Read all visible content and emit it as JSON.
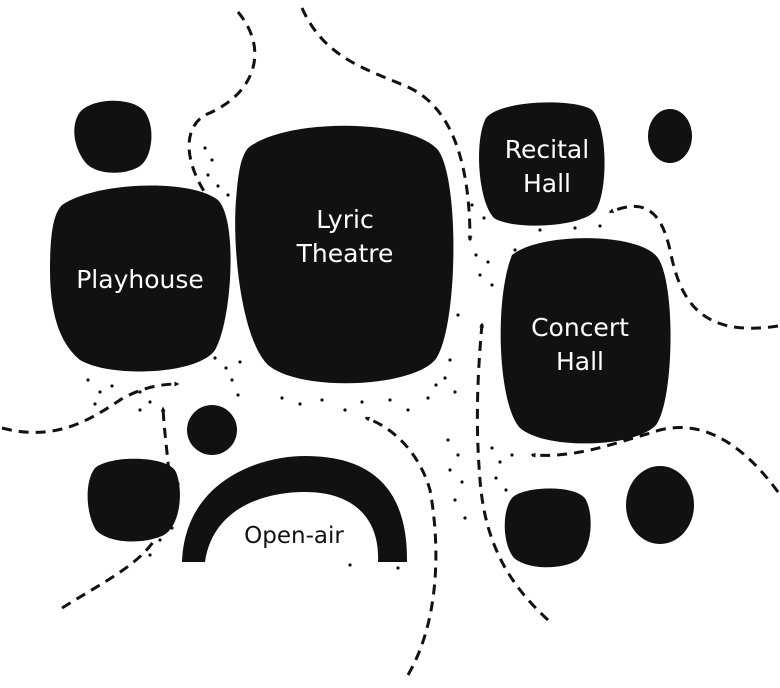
{
  "diagram": {
    "colors": {
      "ink": "#111111",
      "label_on_dark": "#ffffff",
      "background": "#ffffff"
    },
    "venues": {
      "playhouse": "Playhouse",
      "lyric_theatre_line1": "Lyric",
      "lyric_theatre_line2": "Theatre",
      "recital_hall_line1": "Recital",
      "recital_hall_line2": "Hall",
      "concert_hall_line1": "Concert",
      "concert_hall_line2": "Hall",
      "open_air": "Open-air"
    }
  }
}
